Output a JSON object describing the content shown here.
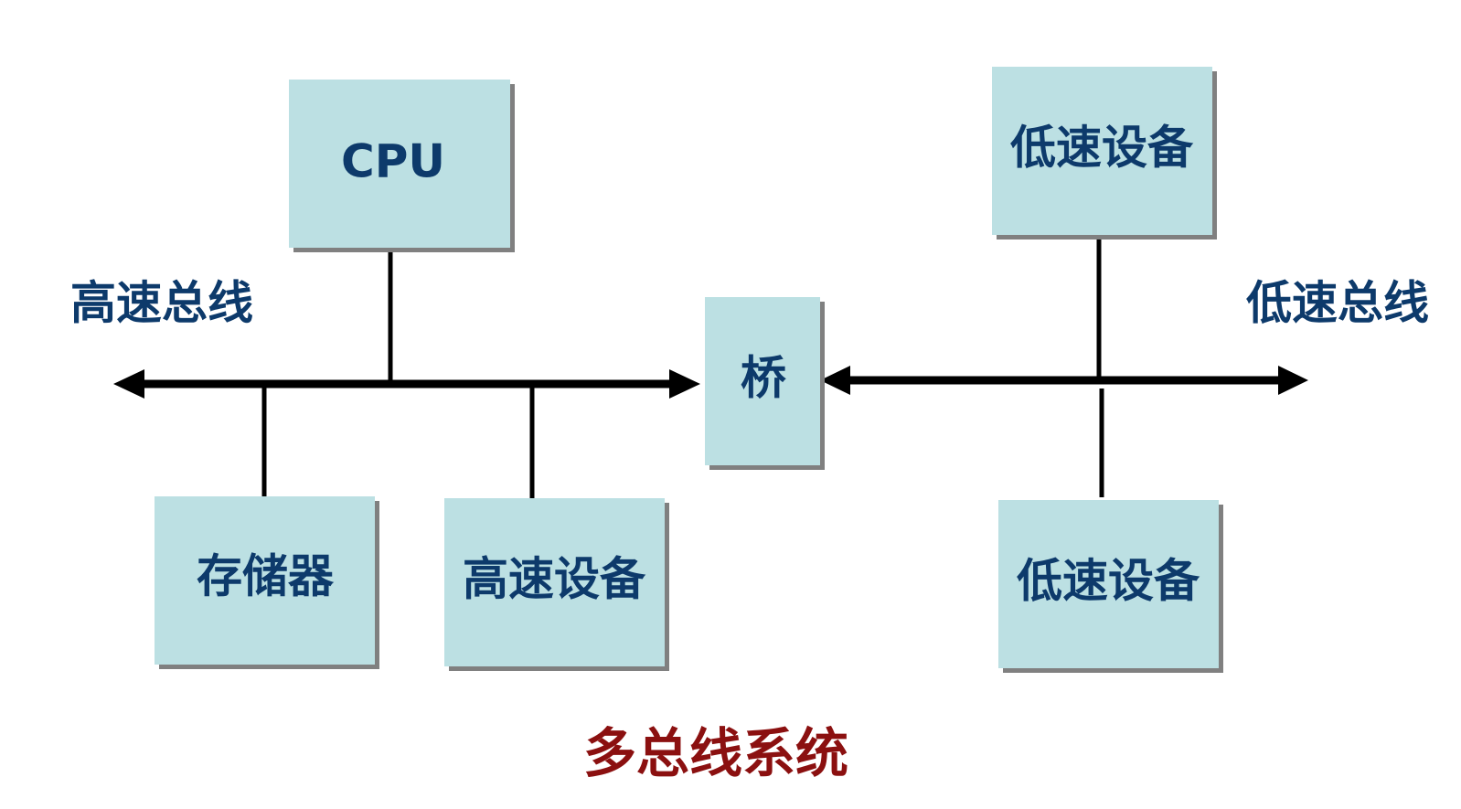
{
  "diagram": {
    "nodes": {
      "cpu": "CPU",
      "memory": "存储器",
      "high_speed_device": "高速设备",
      "bridge": "桥",
      "low_speed_device_top": "低速设备",
      "low_speed_device_bottom": "低速设备"
    },
    "buses": {
      "high_speed_bus": "高速总线",
      "low_speed_bus": "低速总线"
    },
    "caption": "多总线系统",
    "colors": {
      "box_fill": "#bce0e3",
      "box_text": "#0d3a6b",
      "caption_text": "#8b1010",
      "lines": "#000000"
    }
  }
}
